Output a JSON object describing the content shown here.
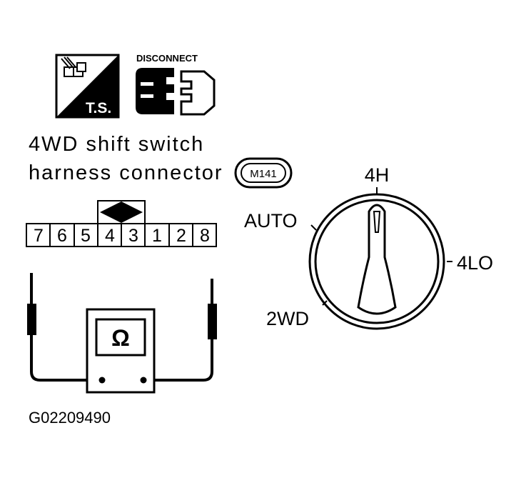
{
  "icons": {
    "ts_label": "T.S.",
    "disconnect_label": "DISCONNECT"
  },
  "title": {
    "line1": "4WD  shift  switch",
    "line2": "harness  connector"
  },
  "connector_id": "M141",
  "pins": [
    "7",
    "6",
    "5",
    "4",
    "3",
    "1",
    "2",
    "8"
  ],
  "ohmmeter": {
    "symbol": "Ω"
  },
  "switch_positions": {
    "top": "4H",
    "upper_left": "AUTO",
    "right": "4LO",
    "lower_left": "2WD"
  },
  "figure_code": "G02209490"
}
